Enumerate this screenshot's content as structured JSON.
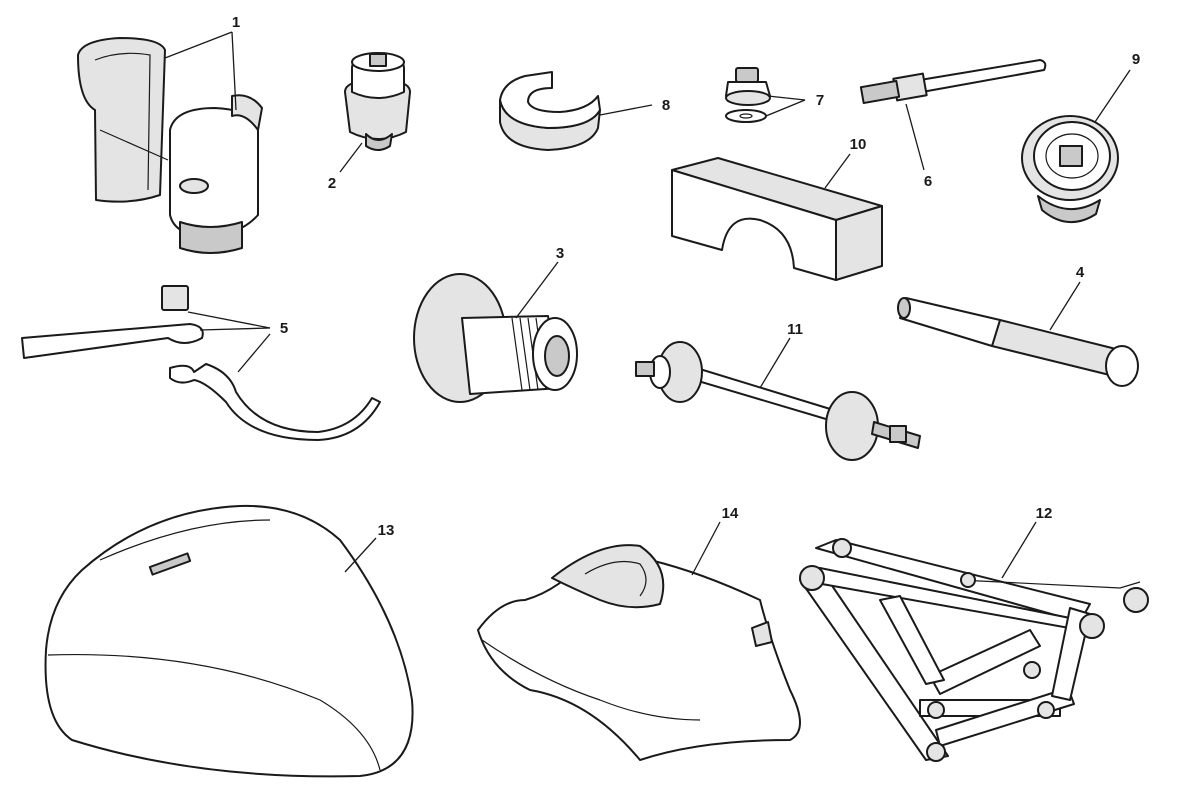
{
  "callouts": {
    "c1": "1",
    "c2": "2",
    "c3": "3",
    "c4": "4",
    "c5": "5",
    "c6": "6",
    "c7": "7",
    "c8": "8",
    "c9": "9",
    "c10": "10",
    "c11": "11",
    "c12": "12",
    "c13": "13",
    "c14": "14"
  },
  "colors": {
    "line": "#1a1a1a",
    "background": "#ffffff",
    "shade": "#e4e4e4"
  }
}
